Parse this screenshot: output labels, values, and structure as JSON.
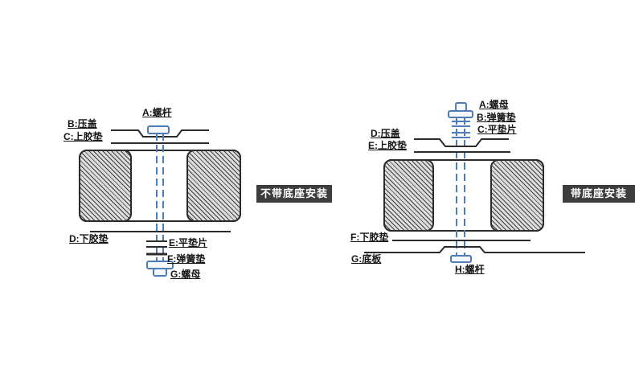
{
  "left_diagram": {
    "tag": "不带底座安装",
    "labels": {
      "a": "A:螺杆",
      "b": "B:压盖",
      "c": "C:上胶垫",
      "d": "D:下胶垫",
      "e": "E:平垫片",
      "f": "F:弹簧垫",
      "g": "G:螺母"
    }
  },
  "right_diagram": {
    "tag": "带底座安装",
    "labels": {
      "a": "A:螺母",
      "b": "B:弹簧垫",
      "c": "C:平垫片",
      "d": "D:压盖",
      "e": "E:上胶垫",
      "f": "F:下胶垫",
      "g": "G:底板",
      "h": "H:螺杆"
    }
  },
  "colors": {
    "background": "#ffffff",
    "line": "#2b2b2b",
    "screw_blue": "#4d7cb8",
    "hatch_fill": "#dcdcdc",
    "hatch_line": "#2d2d2d",
    "tag_background": "#3d3d3d",
    "tag_text": "#ffffff"
  }
}
